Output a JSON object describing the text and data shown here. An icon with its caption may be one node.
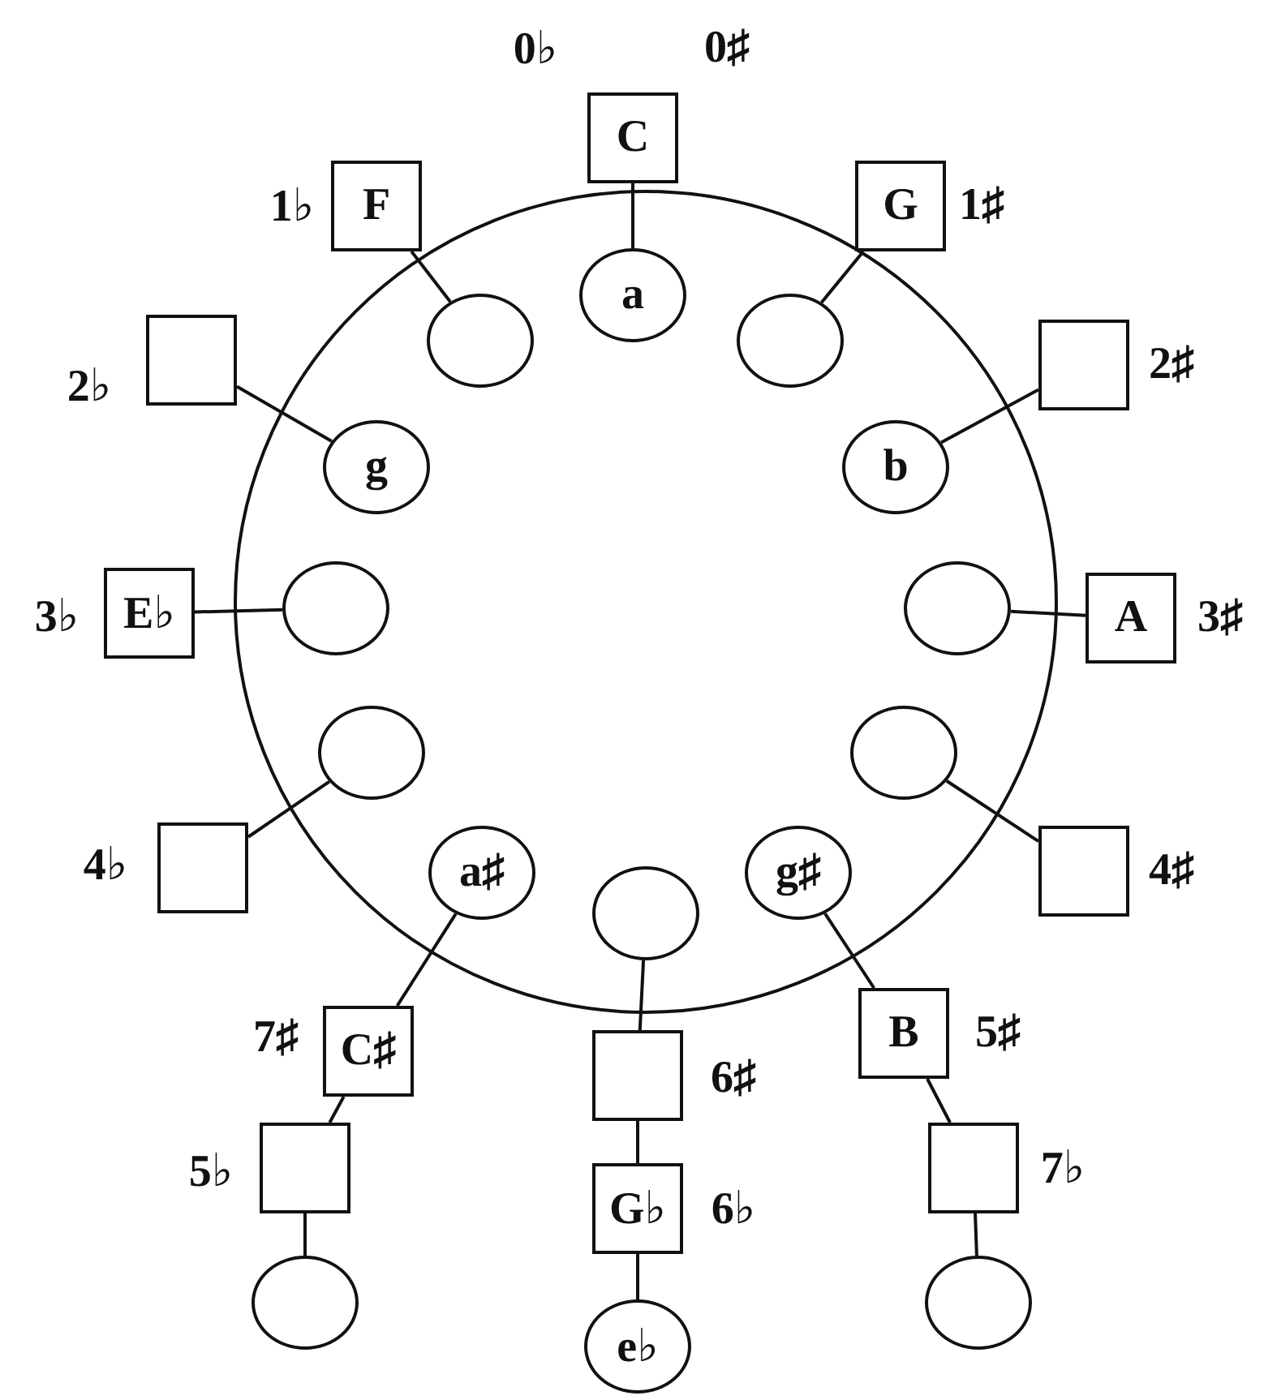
{
  "diagram": {
    "nodes": [
      {
        "text": [
          "C"
        ],
        "beside": [
          "0♭",
          "0♯"
        ]
      },
      {
        "text": [
          "F"
        ],
        "beside": [
          "1♭"
        ]
      },
      {
        "text": [
          "G"
        ],
        "beside": [
          "1♯"
        ]
      },
      {
        "text": [],
        "shape": "circle"
      },
      {
        "text": [
          "a"
        ],
        "in": 3
      },
      {
        "text": [],
        "shape": "circle",
        "in": 3
      },
      {
        "text": [],
        "shape": "circle",
        "in": 3
      },
      {
        "text": [],
        "shape": "box",
        "beside": [
          "2♭"
        ]
      },
      {
        "text": [],
        "shape": "box",
        "beside": [
          "2♯"
        ]
      },
      {
        "text": [
          "g"
        ],
        "in": 3
      },
      {
        "text": [
          "b"
        ],
        "in": 3
      },
      {
        "text": [
          "E♭"
        ],
        "beside": [
          "3♭"
        ]
      },
      {
        "text": [],
        "shape": "circle",
        "in": 3
      },
      {
        "text": [],
        "shape": "circle",
        "in": 3
      },
      {
        "text": [
          "A"
        ],
        "beside": [
          "3♯"
        ]
      },
      {
        "text": [],
        "shape": "circle",
        "in": 3
      },
      {
        "text": [],
        "shape": "circle",
        "in": 3
      },
      {
        "text": [],
        "shape": "box",
        "beside": [
          "4♭"
        ]
      },
      {
        "text": [],
        "shape": "box",
        "beside": [
          "4♯"
        ]
      },
      {
        "text": [
          "a♯"
        ],
        "in": 3
      },
      {
        "text": [],
        "shape": "circle",
        "in": 3
      },
      {
        "text": [
          "g♯"
        ],
        "in": 3
      },
      {
        "text": [
          "C♯"
        ],
        "beside": [
          "7♯"
        ]
      },
      {
        "text": [
          "B"
        ],
        "beside": [
          "5♯"
        ]
      },
      {
        "text": [],
        "shape": "box",
        "beside": [
          "6♯"
        ]
      },
      {
        "text": [],
        "shape": "box",
        "beside": [
          "5♭"
        ]
      },
      {
        "text": [
          "G♭"
        ],
        "beside": [
          "6♭"
        ]
      },
      {
        "text": [],
        "shape": "box",
        "beside": [
          "7♭"
        ]
      },
      {
        "text": [],
        "shape": "circle"
      },
      {
        "text": [
          "e♭"
        ]
      },
      {
        "text": [],
        "shape": "circle"
      }
    ],
    "edges": [
      {
        "from": 0,
        "to": 4,
        "arrow": "none"
      },
      {
        "from": 1,
        "to": 5,
        "arrow": "none"
      },
      {
        "from": 2,
        "to": 6,
        "arrow": "none"
      },
      {
        "from": 7,
        "to": 9,
        "arrow": "none"
      },
      {
        "from": 8,
        "to": 10,
        "arrow": "none"
      },
      {
        "from": 11,
        "to": 12,
        "arrow": "none"
      },
      {
        "from": 14,
        "to": 13,
        "arrow": "none"
      },
      {
        "from": 17,
        "to": 15,
        "arrow": "none"
      },
      {
        "from": 18,
        "to": 16,
        "arrow": "none"
      },
      {
        "from": 19,
        "to": 22,
        "arrow": "none"
      },
      {
        "from": 21,
        "to": 23,
        "arrow": "none"
      },
      {
        "from": 20,
        "to": 24,
        "arrow": "none"
      },
      {
        "from": 22,
        "to": 25,
        "arrow": "none"
      },
      {
        "from": 24,
        "to": 26,
        "arrow": "none"
      },
      {
        "from": 23,
        "to": 27,
        "arrow": "none"
      },
      {
        "from": 25,
        "to": 28,
        "arrow": "none"
      },
      {
        "from": 26,
        "to": 29,
        "arrow": "none"
      },
      {
        "from": 27,
        "to": 30,
        "arrow": "none"
      }
    ]
  }
}
